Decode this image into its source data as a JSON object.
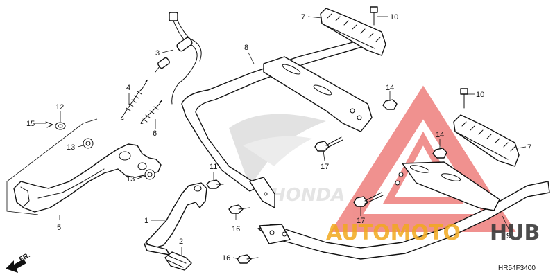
{
  "diagram": {
    "drawing_code": "HR54F3400",
    "direction_label": "FR.",
    "watermark": {
      "word_primary": "AUTOMOTO",
      "word_secondary": "HUB",
      "color_primary": "#f2a91e",
      "color_secondary": "#3a3a3a",
      "triangle_color": "#e53935"
    },
    "callouts": [
      {
        "id": "c1",
        "label": "1"
      },
      {
        "id": "c2",
        "label": "2"
      },
      {
        "id": "c3",
        "label": "3"
      },
      {
        "id": "c4",
        "label": "4"
      },
      {
        "id": "c5",
        "label": "5"
      },
      {
        "id": "c6",
        "label": "6"
      },
      {
        "id": "c7a",
        "label": "7"
      },
      {
        "id": "c7b",
        "label": "7"
      },
      {
        "id": "c8",
        "label": "8"
      },
      {
        "id": "c9",
        "label": "9"
      },
      {
        "id": "c10a",
        "label": "10"
      },
      {
        "id": "c10b",
        "label": "10"
      },
      {
        "id": "c11",
        "label": "11"
      },
      {
        "id": "c12",
        "label": "12"
      },
      {
        "id": "c13a",
        "label": "13"
      },
      {
        "id": "c13b",
        "label": "13"
      },
      {
        "id": "c14a",
        "label": "14"
      },
      {
        "id": "c14b",
        "label": "14"
      },
      {
        "id": "c15",
        "label": "15"
      },
      {
        "id": "c16a",
        "label": "16"
      },
      {
        "id": "c16b",
        "label": "16"
      },
      {
        "id": "c17a",
        "label": "17"
      },
      {
        "id": "c17b",
        "label": "17"
      }
    ]
  }
}
